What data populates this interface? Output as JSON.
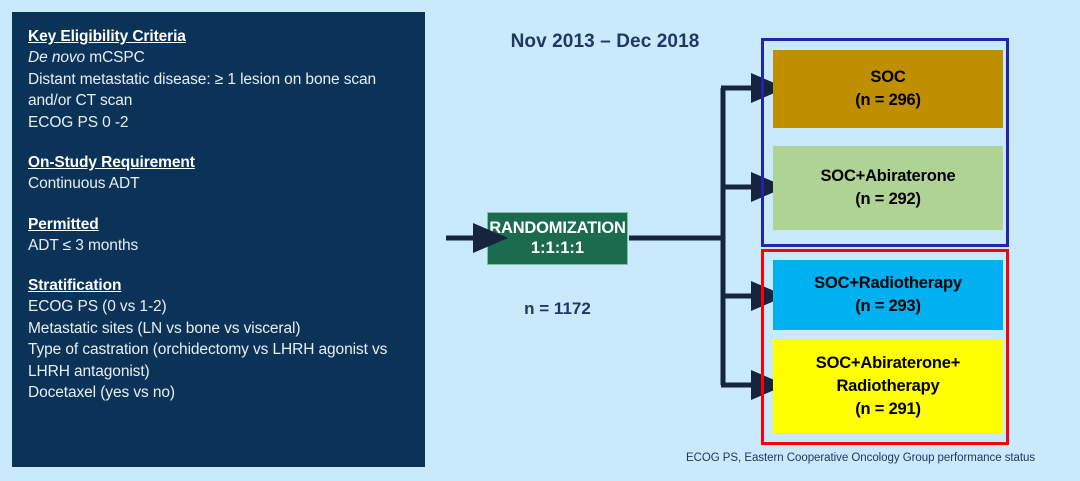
{
  "criteria_panel": {
    "sections": [
      {
        "heading": "Key Eligibility Criteria",
        "lines": [
          "De novo mCSPC",
          "Distant metastatic disease: ≥ 1 lesion on bone scan and/or CT scan",
          "ECOG PS 0 -2"
        ]
      },
      {
        "heading": "On-Study Requirement",
        "lines": [
          "Continuous ADT"
        ]
      },
      {
        "heading": "Permitted",
        "lines": [
          "ADT ≤ 3 months"
        ]
      },
      {
        "heading": "Stratification",
        "lines": [
          "ECOG PS (0 vs 1-2)",
          "Metastatic sites (LN vs bone vs visceral)",
          "Type of castration (orchidectomy vs LHRH agonist vs LHRH antagonist)",
          "Docetaxel (yes vs no)"
        ]
      }
    ],
    "de_novo_italic": "De novo",
    "de_novo_rest": " mCSPC"
  },
  "center": {
    "date_range": "Nov 2013 – Dec 2018",
    "randomization_title": "RANDOMIZATION",
    "randomization_ratio": "1:1:1:1",
    "total_enrollment": "n = 1172"
  },
  "arms": [
    {
      "id": "soc",
      "label": "SOC",
      "n_label": "(n = 296)",
      "n": 296,
      "color": "#BF8F00",
      "group": "systemic"
    },
    {
      "id": "soc-abiraterone",
      "label": "SOC+Abiraterone",
      "n_label": "(n = 292)",
      "n": 292,
      "color": "#AFD395",
      "group": "systemic"
    },
    {
      "id": "soc-radiotherapy",
      "label": "SOC+Radiotherapy",
      "n_label": "(n = 293)",
      "n": 293,
      "color": "#00B0F0",
      "group": "radiotherapy"
    },
    {
      "id": "soc-abiraterone-radiotherapy",
      "label_line1": "SOC+Abiraterone+",
      "label_line2": "Radiotherapy",
      "n_label": "(n = 291)",
      "n": 291,
      "color": "#FFFF00",
      "group": "radiotherapy"
    }
  ],
  "groups": {
    "systemic_border_color": "#2323B0",
    "radiotherapy_border_color": "#FE0000"
  },
  "footnote": "ECOG PS, Eastern Cooperative Oncology Group performance status",
  "theme": {
    "background": "#C8EAFC",
    "panel_background": "#0A3357",
    "randomization_background": "#1B6B4F",
    "accent_text": "#1F3864",
    "connector_color": "#16243D"
  }
}
